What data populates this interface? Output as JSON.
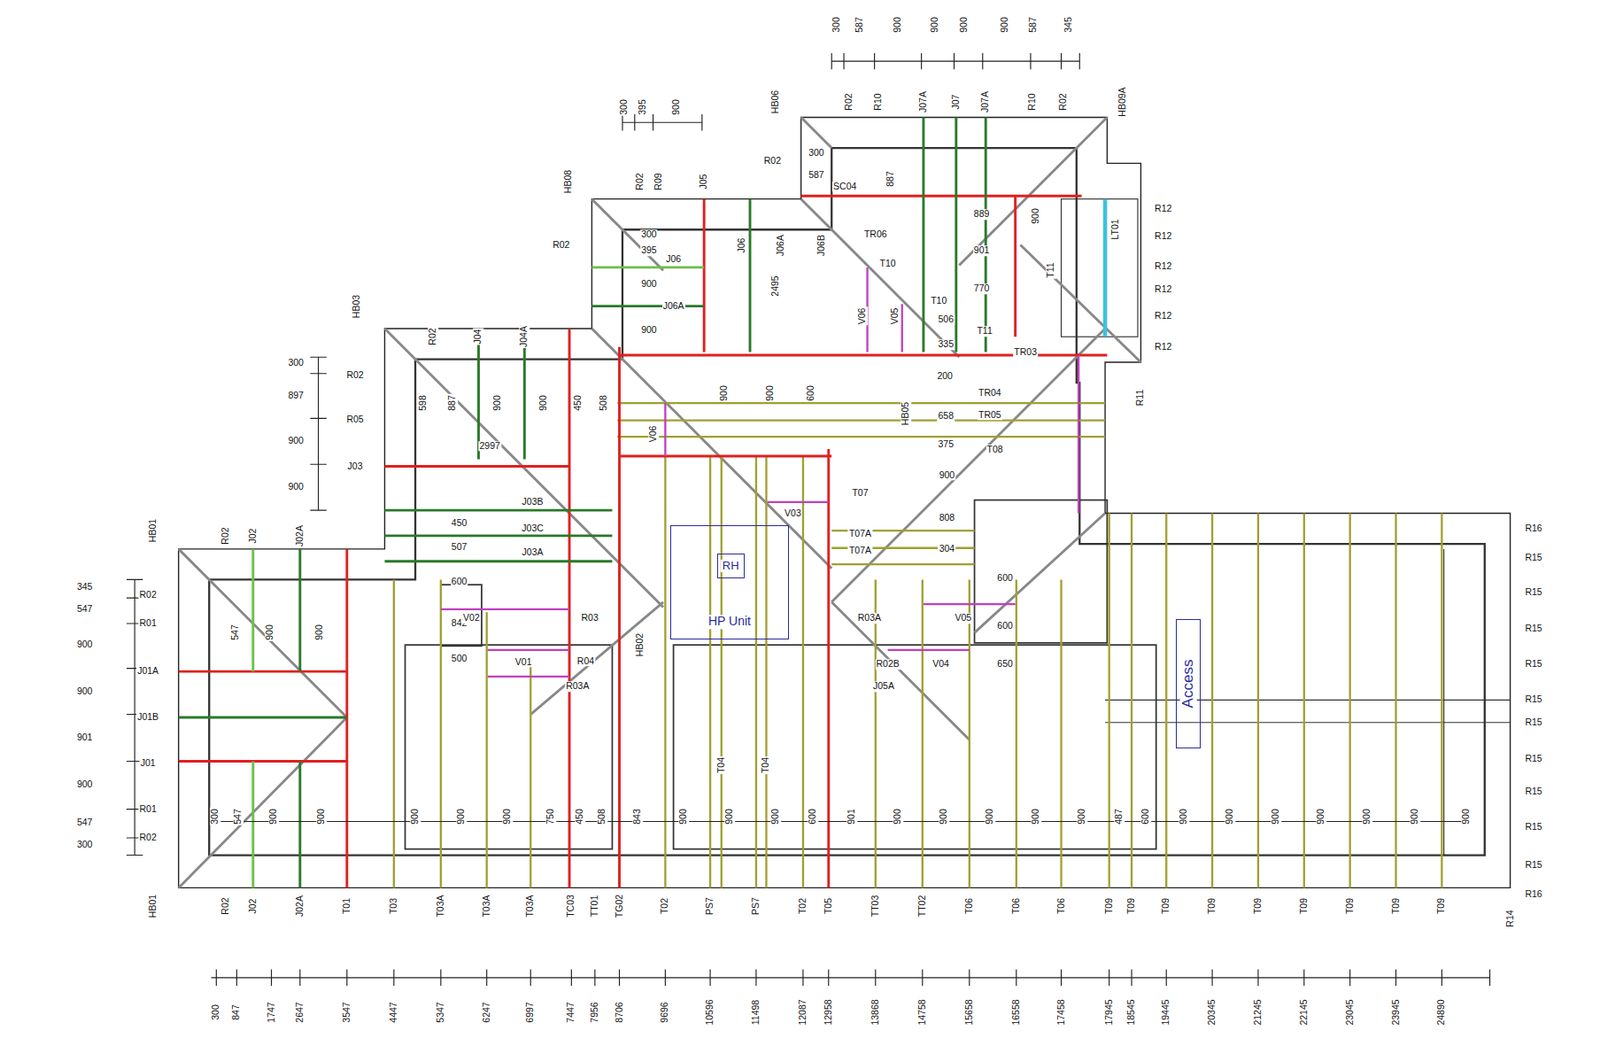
{
  "diagram": {
    "nodes": [
      {
        "text": [
          "HP Unit"
        ]
      },
      {
        "text": [
          "RH"
        ],
        "in": 0
      },
      {
        "text": [
          "Access"
        ]
      }
    ],
    "labels": [
      "300",
      "587",
      "900",
      "900",
      "900",
      "900",
      "587",
      "345",
      "HB06",
      "R02",
      "R10",
      "J07A",
      "J07",
      "J07A",
      "R10",
      "R02",
      "HB09A",
      "300",
      "395",
      "900",
      "HB08",
      "R02",
      "R09",
      "J05",
      "HB03",
      "R02",
      "J04",
      "J04A",
      "HB01",
      "R02",
      "J02",
      "J02A",
      "345",
      "547",
      "900",
      "900",
      "901",
      "900",
      "547",
      "300",
      "R02",
      "R01",
      "J01A",
      "J01B",
      "J01",
      "R01",
      "R02",
      "300",
      "897",
      "900",
      "900",
      "R02",
      "R05",
      "J03",
      "R12",
      "R12",
      "R12",
      "R12",
      "R12",
      "R12",
      "R16",
      "R15",
      "R15",
      "R15",
      "R15",
      "R15",
      "R15",
      "R15",
      "R15",
      "R15",
      "R15",
      "R16",
      "R11",
      "R14",
      "HB01",
      "R02",
      "J02",
      "J02A",
      "T01",
      "T03",
      "T03A",
      "T03A",
      "T03A",
      "TC03",
      "TT01",
      "TG02",
      "T02",
      "PS7",
      "PS7",
      "T02",
      "T05",
      "TT03",
      "TT02",
      "T06",
      "T06",
      "T06",
      "T09",
      "T09",
      "T09",
      "T09",
      "T09",
      "T09",
      "T09",
      "T09",
      "T09",
      "300",
      "847",
      "1747",
      "2647",
      "3547",
      "4447",
      "5347",
      "6247",
      "6997",
      "7447",
      "7956",
      "8706",
      "9696",
      "10596",
      "11498",
      "12087",
      "12958",
      "13868",
      "14758",
      "15658",
      "16558",
      "17458",
      "17945",
      "18545",
      "19445",
      "20345",
      "21245",
      "22145",
      "23045",
      "23945",
      "24890",
      "300",
      "547",
      "900",
      "900",
      "900",
      "900",
      "900",
      "750",
      "450",
      "508",
      "843",
      "900",
      "900",
      "900",
      "600",
      "901",
      "900",
      "900",
      "900",
      "900",
      "900",
      "487",
      "600",
      "900",
      "900",
      "900",
      "900",
      "900",
      "900",
      "900",
      "547",
      "900",
      "900",
      "598",
      "887",
      "900",
      "900",
      "450",
      "508",
      "2997",
      "J03B",
      "J03C",
      "J03A",
      "450",
      "507",
      "600",
      "842",
      "500",
      "V02",
      "V01",
      "R03",
      "R04",
      "R03A",
      "300",
      "395",
      "900",
      "900",
      "J06",
      "J06A",
      "300",
      "587",
      "R02",
      "SC04",
      "889",
      "901",
      "770",
      "506",
      "335",
      "T10",
      "T10",
      "T11",
      "TR06",
      "TR03",
      "TR04",
      "TR05",
      "T08",
      "200",
      "658",
      "375",
      "900",
      "808",
      "304",
      "T07",
      "T07A",
      "T07A",
      "V03",
      "R03A",
      "V05",
      "600",
      "600",
      "V04",
      "R02B",
      "650",
      "J05A",
      "R02",
      "887",
      "900",
      "T11",
      "J06B",
      "J06A",
      "J06",
      "2495",
      "V06",
      "V05",
      "LT01",
      "HB05",
      "V06",
      "900",
      "900",
      "600",
      "HB02",
      "T04",
      "T04"
    ]
  }
}
